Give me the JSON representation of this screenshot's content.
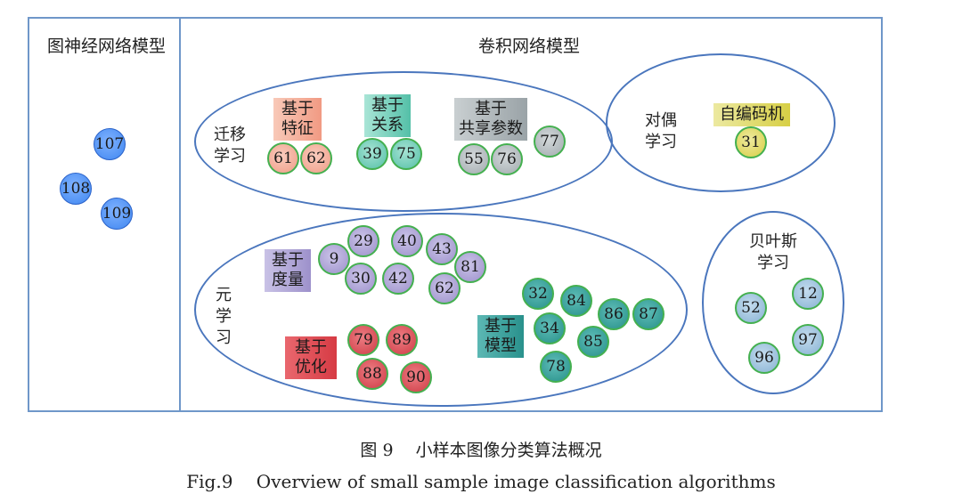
{
  "panels": {
    "gnn_title": "图神经网络模型",
    "cnn_title": "卷积网络模型"
  },
  "groups": {
    "transfer": "迁移\n学习",
    "dual": "对偶\n学习",
    "meta": "元\n学习",
    "bayes": "贝叶斯\n学习"
  },
  "tags": {
    "feature": "基于\n特征",
    "relation": "基于\n关系",
    "shared": "基于\n共享参数",
    "autoencoder": "自编码机",
    "metric": "基于\n度量",
    "optimization": "基于\n优化",
    "model": "基于\n模型"
  },
  "nodes": {
    "gnn": [
      "107",
      "108",
      "109"
    ],
    "feature": [
      "61",
      "62"
    ],
    "relation": [
      "39",
      "75"
    ],
    "shared": [
      "55",
      "76",
      "77"
    ],
    "autoencoder": [
      "31"
    ],
    "metric": [
      "9",
      "29",
      "40",
      "43",
      "81",
      "30",
      "42",
      "62"
    ],
    "optimization": [
      "79",
      "89",
      "88",
      "90"
    ],
    "model": [
      "32",
      "84",
      "86",
      "87",
      "34",
      "85",
      "78"
    ],
    "bayes": [
      "52",
      "12",
      "97",
      "96"
    ]
  },
  "colors": {
    "frame": "#6f97c9",
    "ellipse": "#4a76bd",
    "node_border": "#44b04f",
    "blue": "#3f86f0",
    "feature": "#f2a08a",
    "relation": "#5fc7b0",
    "shared": "#a9b3b6",
    "autoencoder": "#dad34c",
    "metric": "#a79bd0",
    "optimization": "#d9474f",
    "model": "#2e9a95",
    "bayes": "#8fb8d6"
  },
  "caption": {
    "cn": "图 9　 小样本图像分类算法概况",
    "en": "Fig.9　 Overview of small sample image classification algorithms"
  }
}
